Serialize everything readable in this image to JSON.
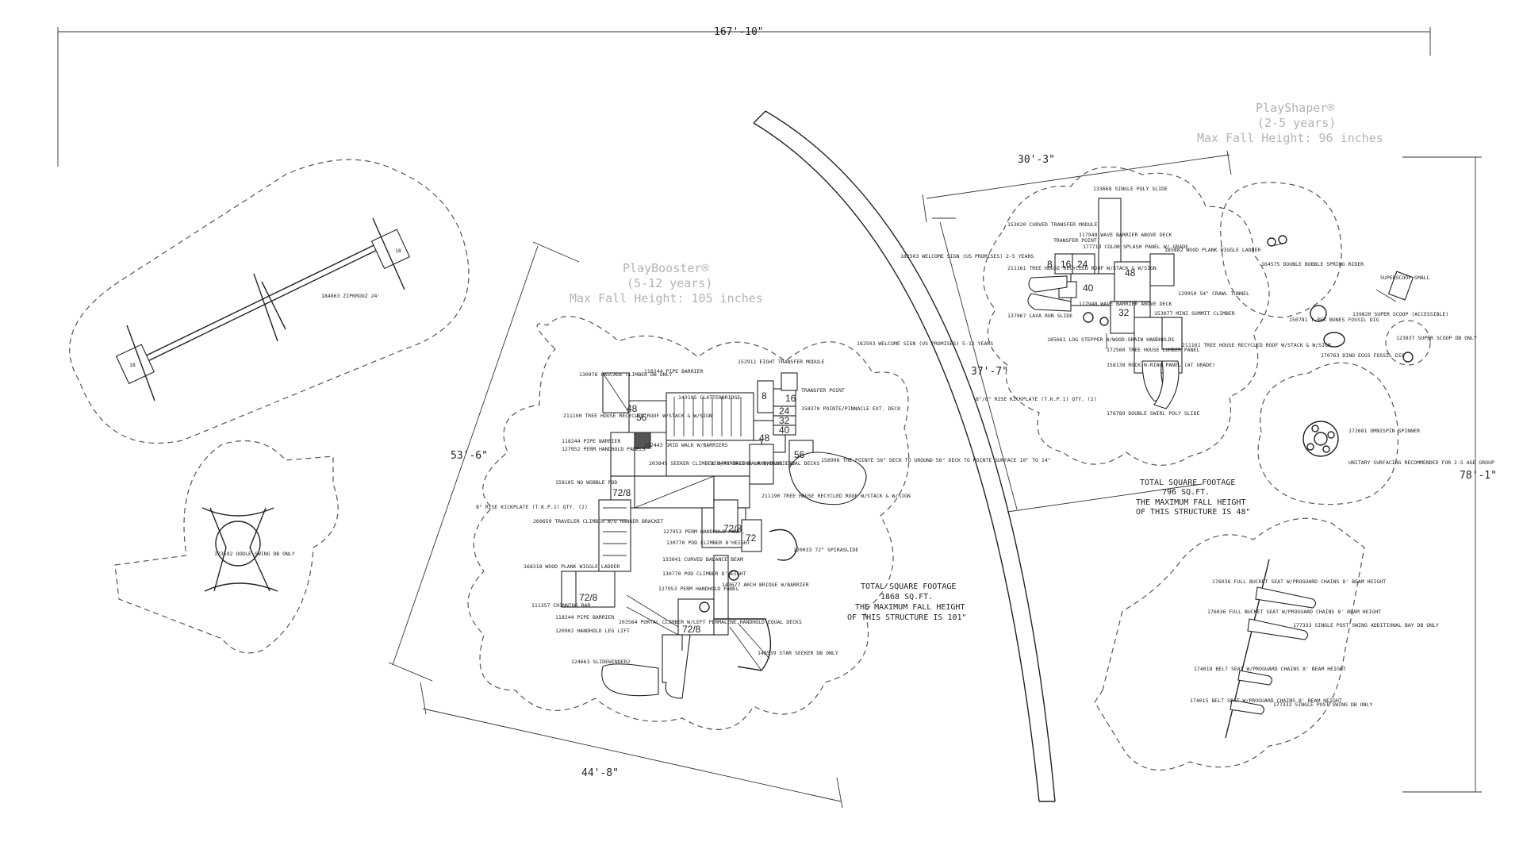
{
  "dimensions": {
    "overall_width": "167'-10\"",
    "overall_height": "78'-1\"",
    "booster_height": "53'-6\"",
    "booster_width": "44'-8\"",
    "shaper_width": "30'-3\"",
    "shaper_height": "37'-7\""
  },
  "playbooster": {
    "brand": "PlayBooster®",
    "ages": "(5-12 years)",
    "fall": "Max Fall Height: 105 inches",
    "sq1": "TOTAL SQUARE FOOTAGE",
    "sq2": "1868 SQ.FT.",
    "sq3": "THE MAXIMUM FALL HEIGHT",
    "sq4": "OF THIS STRUCTURE IS 101\"",
    "deck_heights": [
      "48",
      "56",
      "16",
      "8",
      "24",
      "32",
      "40",
      "48",
      "56",
      "72/8",
      "72/8",
      "72/8",
      "72",
      "72/8"
    ],
    "components": [
      "130976 CASCADE CLIMBER DB ONLY",
      "118244 PIPE BARRIER",
      "143195 CLATTERBRIDGE",
      "152911 EIGHT TRANSFER MODULE",
      "TRANSFER POINT",
      "158370 POINTE/PINNACLE EXT. DECK",
      "211190 TREE HOUSE RECYCLED ROOF W/STACK & W/SIGN",
      "118244 PIPE BARRIER",
      "127952 PERM HANDHOLD PANELS",
      "152443 GRID WALK W/BARRIERS",
      "203845 SEEKER CLIMBER W/PERMALENE HANDHOLDS EQUAL DECKS",
      "152443 GRID WALK W/BARRIERS",
      "158998 THE POINTE 56\" DECK TO GROUND 56\" DECK TO POINTE SURFACE 10\" TO 14\"",
      "158105 NO WOBBLE POD",
      "211190 TREE HOUSE RECYCLED ROOF W/STACK & W/SIGN",
      "8\" RISE KICKPLATE (T.K.P.1) QTY. (2)",
      "260659 TRAVELER CLIMBER W/O HANGER BRACKET",
      "127953 PERM HANDHOLD PANEL",
      "130770 POD CLIMBER 8'HEIGHT",
      "120033 72\" SPIRASLIDE",
      "168318 WOOD PLANK WIGGLE LADDER",
      "133041 CURVED BALANCE BEAM",
      "111357 CHINNING BAR",
      "130770 POD CLIMBER 8'HEIGHT",
      "143677 ARCH BRIDGE W/BARRIER",
      "118244 PIPE BARRIER",
      "127953 PERM HANDHOLD PANEL",
      "120902 HANDHOLD LEG LIFT",
      "203584 PORTAL CLIMBER W/LEFT PERMALENE HANDHOLD EQUAL DECKS",
      "148539 STAR SEEKER DB ONLY",
      "124663 SLIDEWINDER2",
      "182503 WELCOME SIGN (US PROMISES) 5-12 YEARS"
    ]
  },
  "playshaper": {
    "brand": "PlayShaper®",
    "ages": "(2-5 years)",
    "fall": "Max Fall Height: 96 inches",
    "sq1": "TOTAL SQUARE FOOTAGE",
    "sq2": "796 SQ.FT.",
    "sq3": "THE MAXIMUM FALL HEIGHT",
    "sq4": "OF THIS STRUCTURE IS 48\"",
    "deck_heights": [
      "16",
      "8",
      "24",
      "40",
      "48",
      "32"
    ],
    "components": [
      "133668 SINGLE POLY SLIDE",
      "153020 CURVED TRANSFER MODULE",
      "TRANSFER POINT",
      "117948 WAVE BARRIER ABOVE DECK",
      "177713 COLOR SPLASH PANEL W/ GRADE",
      "185882 WOOD PLANK WIGGLE LADDER",
      "211161 TREE HOUSE RECYCLED ROOF W/STACK & W/SIGN",
      "182503 WELCOME SIGN (US PROMISES) 2-5 YEARS",
      "117948 WAVE BARRIER ABOVE DECK",
      "129950 54\" CRAWL TUNNEL",
      "137967 LAVA RUN SLIDE",
      "153077 MINI SUMMIT CLIMBER",
      "185661 LOG STEPPER W/WOOD-GRAIN HANDHOLDS",
      "172560 TREE HOUSE LUMBER PANEL",
      "211161 TREE HOUSE RECYCLED ROOF W/STACK & W/SIGN",
      "158138 ROCK-N-RING PANEL (AT GRADE)",
      "8\"/8\" RISE KICKPLATE (T.K.P.1) QTY. (2)",
      "176789 DOUBLE SWIRL POLY SLIDE"
    ]
  },
  "freestanding": [
    "184863 ZIPKROOZ 24'",
    "173592 OODLE SWING DB ONLY",
    "164575 DOUBLE BOBBLE SPRING RIDER",
    "139820 SUPER SCOOP (ACCESSIBLE)",
    "150781 T-REX BONES FOSSIL DIG",
    "123837 SUPER SCOOP DB ONLY",
    "170763 DINO EGGS FOSSIL DIG",
    "172681 OMNISPIN SPINNER",
    "UNITARY SURFACING RECOMMENDED FOR 2-5 AGE GROUP",
    "176036 FULL BUCKET SEAT W/PROGUARD CHAINS 8' BEAM HEIGHT",
    "176036 FULL BUCKET SEAT W/PROGUARD CHAINS 8' BEAM HEIGHT",
    "177333 SINGLE POST SWING ADDITIONAL BAY DB ONLY",
    "174018 BELT SEAT W/PROGUARD CHAINS 8' BEAM HEIGHT",
    "174015 BELT SEAT W/PROGUARD CHAINS 8' BEAM HEIGHT",
    "177332 SINGLE POST SWING DB ONLY",
    "SUPERSCOOP SMALL"
  ],
  "zipline_deck_labels": [
    "18",
    "18"
  ]
}
